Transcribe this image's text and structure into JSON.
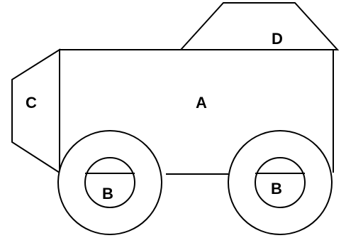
{
  "labels": {
    "body": "A",
    "front_wheel_hub": "B",
    "rear_wheel_hub": "B",
    "front_panel": "C",
    "cab": "D"
  }
}
